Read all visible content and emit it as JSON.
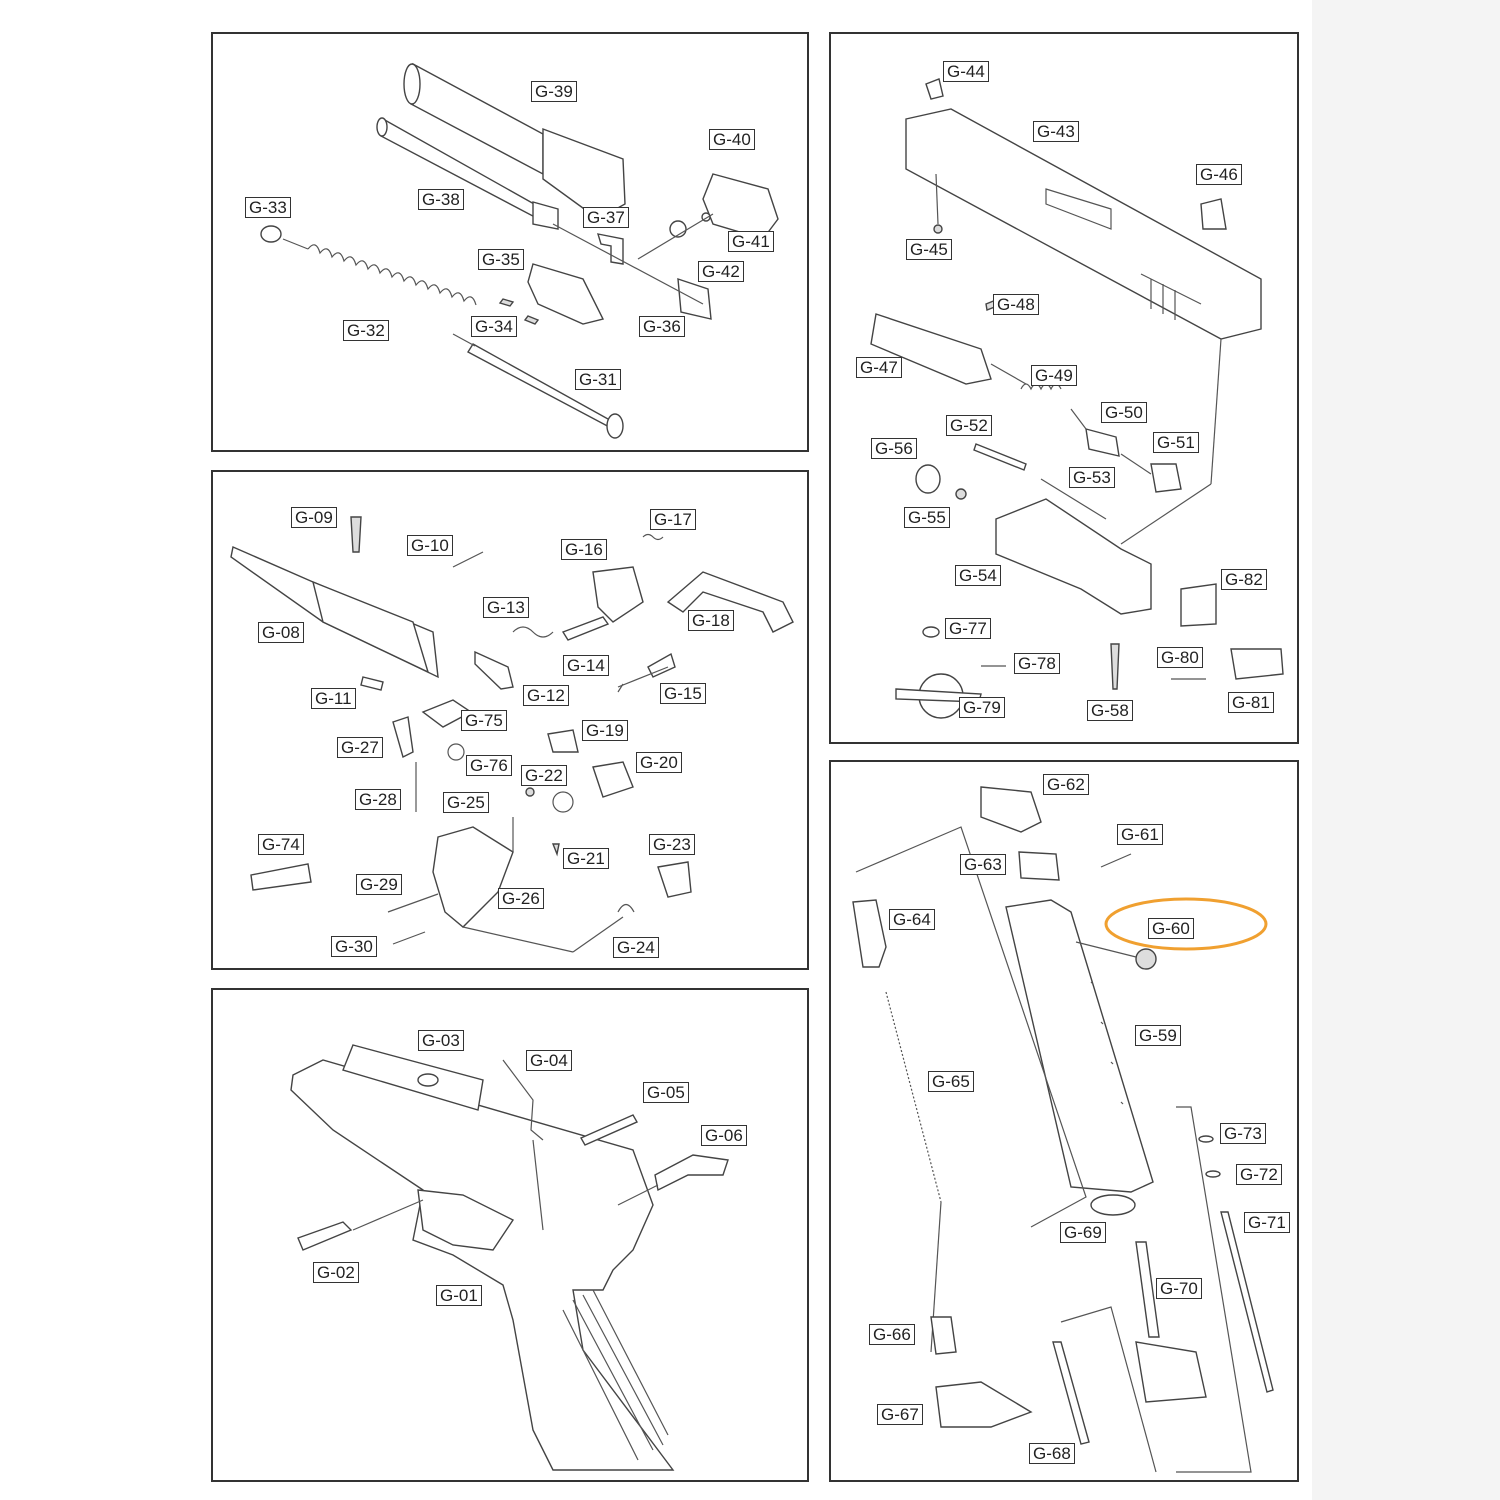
{
  "highlight_color": "#f0a030",
  "panels": {
    "p1": {
      "labels": [
        "G-39",
        "G-40",
        "G-33",
        "G-38",
        "G-37",
        "G-41",
        "G-35",
        "G-42",
        "G-34",
        "G-36",
        "G-32",
        "G-31"
      ]
    },
    "p2": {
      "labels": [
        "G-09",
        "G-10",
        "G-17",
        "G-16",
        "G-13",
        "G-18",
        "G-08",
        "G-14",
        "G-15",
        "G-11",
        "G-12",
        "G-75",
        "G-19",
        "G-27",
        "G-76",
        "G-22",
        "G-20",
        "G-28",
        "G-25",
        "G-74",
        "G-23",
        "G-21",
        "G-29",
        "G-26",
        "G-30",
        "G-24"
      ]
    },
    "p3": {
      "labels": [
        "G-03",
        "G-04",
        "G-05",
        "G-06",
        "G-02",
        "G-01"
      ]
    },
    "p4": {
      "labels": [
        "G-44",
        "G-43",
        "G-46",
        "G-45",
        "G-48",
        "G-47",
        "G-49",
        "G-50",
        "G-52",
        "G-56",
        "G-51",
        "G-53",
        "G-55",
        "G-54",
        "G-82",
        "G-77",
        "G-78",
        "G-80",
        "G-79",
        "G-58",
        "G-81"
      ]
    },
    "p5": {
      "labels": [
        "G-62",
        "G-61",
        "G-63",
        "G-64",
        "G-60",
        "G-59",
        "G-65",
        "G-73",
        "G-72",
        "G-69",
        "G-71",
        "G-70",
        "G-66",
        "G-67",
        "G-68"
      ]
    }
  }
}
